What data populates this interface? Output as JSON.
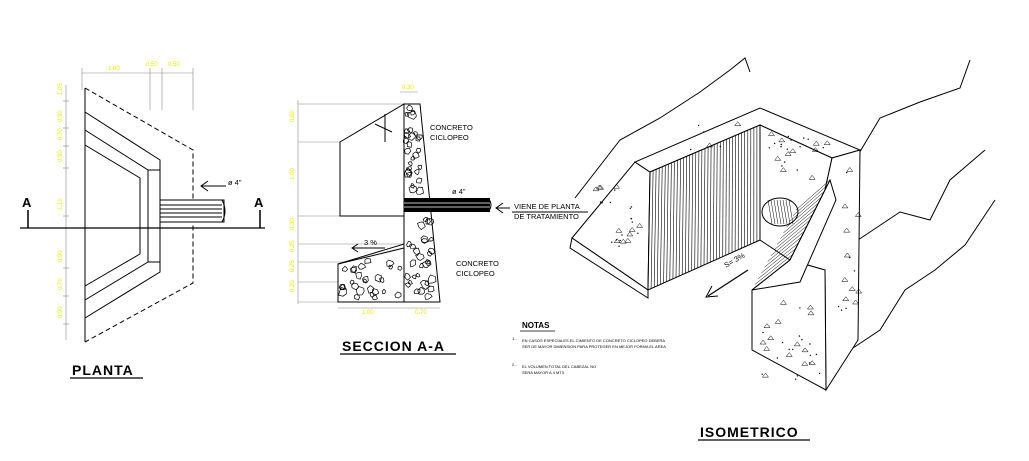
{
  "planta": {
    "title": "PLANTA",
    "cut_left": "A",
    "cut_right": "A",
    "pipe_label": "ø 4\"",
    "dims_top": [
      "1.00",
      "0.50",
      "0.50"
    ],
    "dims_left": [
      "1.05",
      "0.90",
      "0.70",
      "0.90",
      "1.10",
      "0.90",
      "0.70",
      "0.90"
    ]
  },
  "seccion": {
    "title": "SECCION A-A",
    "upper_material": "CONCRETO\nCICLOPEO",
    "lower_material": "CONCRETO\nCICLOPEO",
    "slope": "3 %",
    "pipe_label": "ø 4\"",
    "inflow": "VIENE DE PLANTA\nDE TRATAMIENTO",
    "dims_left": [
      "0.60",
      "1.00",
      "0.30",
      "0.25",
      "0.25",
      "0.20"
    ],
    "dims_bottom": [
      "1.00",
      "0.70"
    ],
    "dim_top": "0.30"
  },
  "notas": {
    "heading": "NOTAS",
    "items": [
      {
        "num": "1.-",
        "text": "EN CASOS ESPECIALES EL CIMIENTO DE CONCRETO CICLOPEO DEBERA\nSER DE MAYOR DIMENSION PARA PROTEGER EN MEJOR FORMA EL AREA"
      },
      {
        "num": "2.-",
        "text": "EL VOLUMEN TOTAL DEL CABEZAL NO\nSERA MAYOR A 4 MT3"
      }
    ]
  },
  "isometrico": {
    "title": "ISOMETRICO",
    "slope": "S= 3%"
  }
}
